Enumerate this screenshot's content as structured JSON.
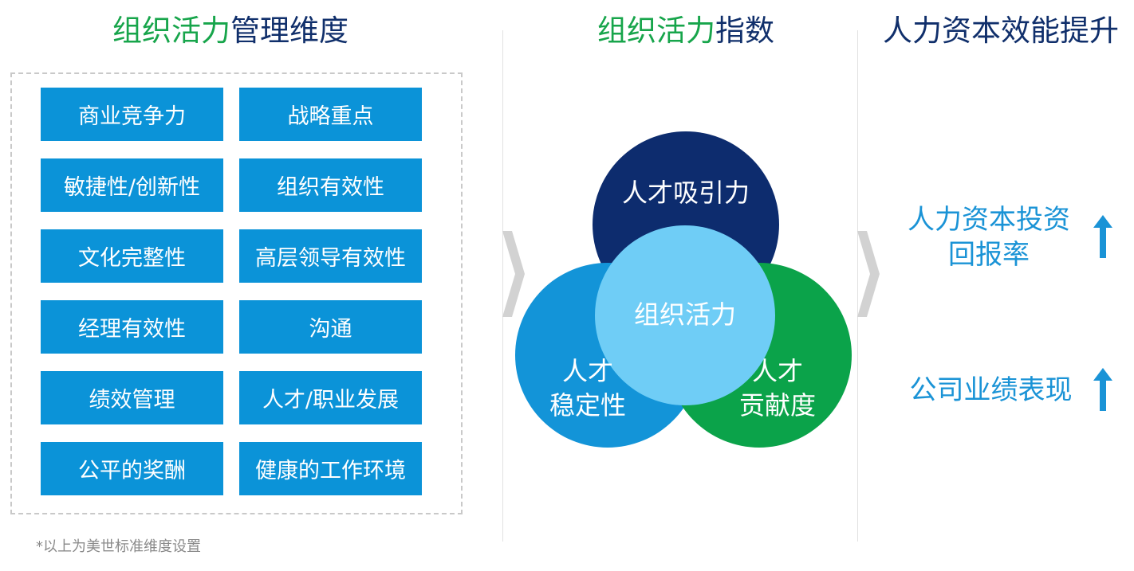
{
  "left": {
    "title_green": "组织活力",
    "title_rest": "管理维度",
    "tiles": [
      [
        "商业竞争力",
        "战略重点"
      ],
      [
        "敏捷性/创新性",
        "组织有效性"
      ],
      [
        "文化完整性",
        "高层领导有效性"
      ],
      [
        "经理有效性",
        "沟通"
      ],
      [
        "绩效管理",
        "人才/职业发展"
      ],
      [
        "公平的奖酬",
        "健康的工作环境"
      ]
    ],
    "footnote": "*以上为美世标准维度设置"
  },
  "middle": {
    "title_green": "组织活力",
    "title_rest": "指数",
    "top_circle": "人才吸引力",
    "center_circle": "组织活力",
    "left_circle": [
      "人才",
      "稳定性"
    ],
    "right_circle": [
      "人才",
      "贡献度"
    ]
  },
  "right": {
    "title": "人力资本效能提升",
    "item1": [
      "人力资本投资",
      "回报率"
    ],
    "item2": "公司业绩表现"
  },
  "colors": {
    "green": "#17a54b",
    "navy": "#102f6b",
    "tile_blue": "#0b93d8",
    "circle_navy": "#0d2c6e",
    "circle_blue": "#1394d8",
    "circle_green": "#0ba34a",
    "circle_light": "#6fcdf6",
    "right_text": "#1a93d6"
  },
  "icons": [
    "chevron-right-icon",
    "arrow-up-icon"
  ]
}
